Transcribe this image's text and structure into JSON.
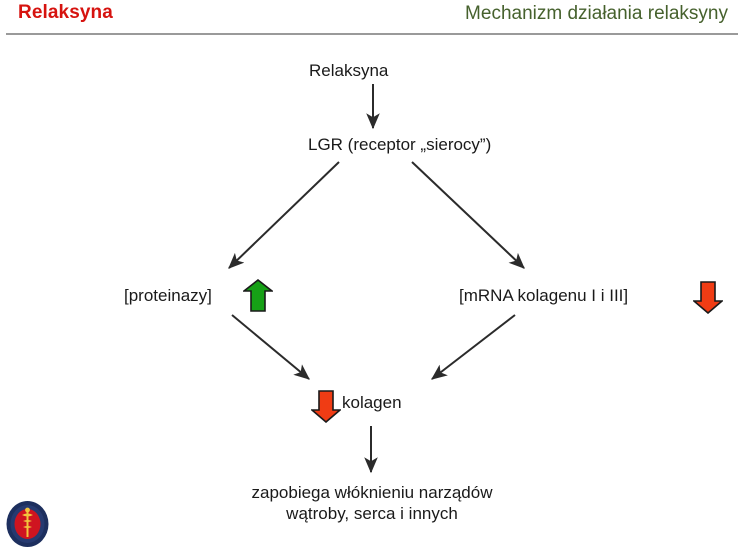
{
  "header": {
    "title": "Relaksyna",
    "subtitle": "Mechanizm działania relaksyny",
    "title_color": "#d6130f",
    "subtitle_color": "#46612d",
    "rule_color": "#9a9a9a"
  },
  "diagram": {
    "type": "flowchart",
    "nodes": {
      "relaksyna": "Relaksyna",
      "lgr": "LGR (receptor „sierocy”)",
      "proteinazy": "[proteinazy]",
      "mrna": "[mRNA kolagenu I i III]",
      "kolagen": "kolagen",
      "outcome_line1": "zapobiega włóknieniu narządów",
      "outcome_line2": "wątroby, serca i innych"
    },
    "indicators": {
      "proteinazy_arrow": "arrow-up-green",
      "mrna_arrow": "arrow-down-red",
      "kolagen_arrow": "arrow-down-red"
    },
    "colors": {
      "up_arrow": "#16a016",
      "down_arrow": "#f03c14",
      "arrow_outline": "#1a1a1a",
      "connector": "#2b2b2b"
    },
    "edges": [
      {
        "from": "relaksyna",
        "to": "lgr"
      },
      {
        "from": "lgr",
        "to": "proteinazy"
      },
      {
        "from": "lgr",
        "to": "mrna"
      },
      {
        "from": "proteinazy",
        "to": "kolagen"
      },
      {
        "from": "mrna",
        "to": "kolagen"
      },
      {
        "from": "kolagen",
        "to": "outcome"
      }
    ]
  },
  "footer": {
    "logo": "university-medical-emblem"
  }
}
